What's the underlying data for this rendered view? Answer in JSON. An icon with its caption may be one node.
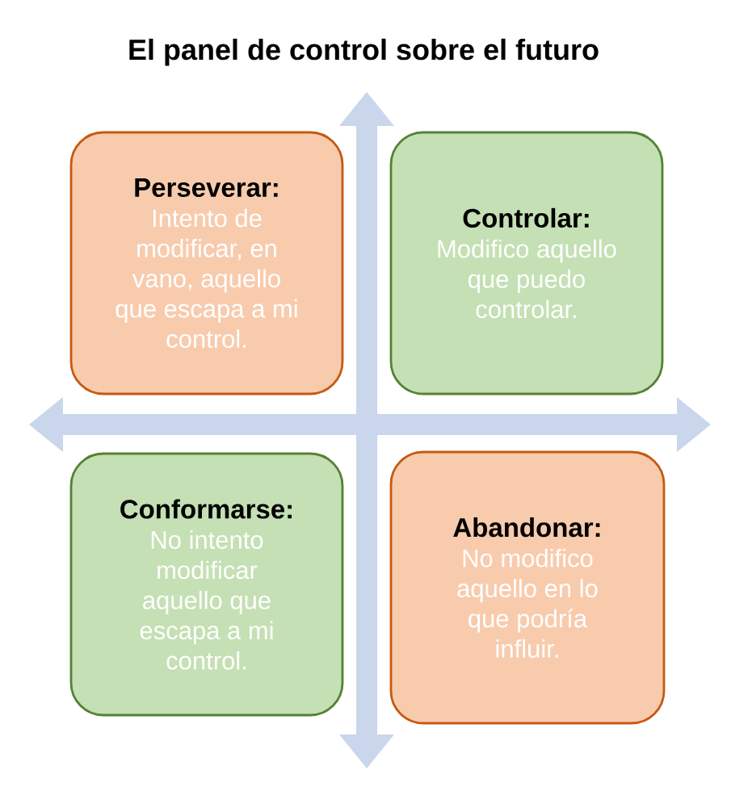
{
  "diagram": {
    "title": "El panel de control sobre el futuro",
    "nodes": [
      {
        "text": [
          "Perseverar:",
          "Intento de modificar, en vano, aquello que escapa a mi control."
        ]
      },
      {
        "text": [
          "Controlar:",
          "Modifico aquello que puedo controlar."
        ]
      },
      {
        "text": [
          "Conformarse:",
          "No intento modificar aquello que escapa a mi control."
        ]
      },
      {
        "text": [
          "Abandonar:",
          "No modifico aquello en lo que podría influir."
        ]
      }
    ]
  }
}
